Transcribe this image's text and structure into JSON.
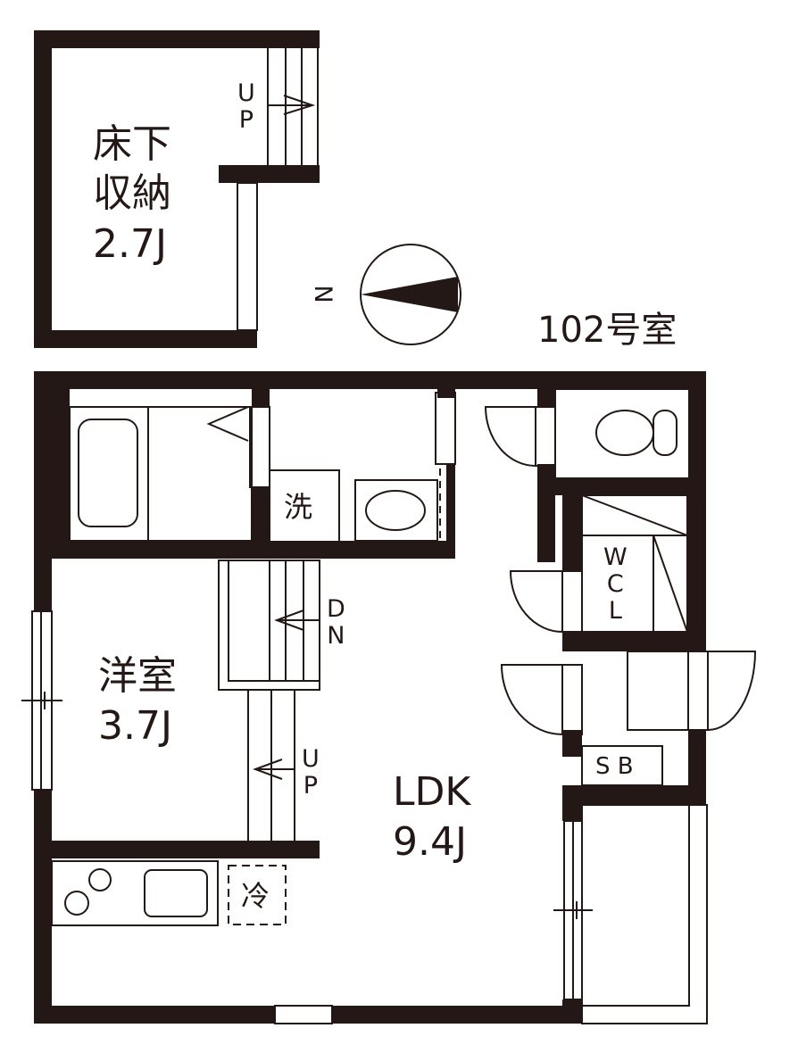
{
  "floorplan": {
    "unit_label": "102号室",
    "compass": {
      "label": "N",
      "icon": "north-arrow-icon"
    },
    "rooms": {
      "underfloor_storage": {
        "name_line1": "床下",
        "name_line2": "収納",
        "size": "2.7J"
      },
      "western_room": {
        "name": "洋室",
        "size": "3.7J"
      },
      "ldk": {
        "name": "LDK",
        "size": "9.4J"
      },
      "wcl": {
        "letters": [
          "W",
          "C",
          "L"
        ]
      },
      "shoe_box": {
        "name": "S B"
      }
    },
    "fixtures": {
      "washer": "洗",
      "fridge": "冷"
    },
    "stairs": {
      "storage_up": [
        "U",
        "P"
      ],
      "main_down": [
        "D",
        "N"
      ],
      "main_up": [
        "U",
        "P"
      ]
    },
    "colors": {
      "wall": "#231815",
      "background": "#ffffff",
      "line": "#231815"
    }
  }
}
